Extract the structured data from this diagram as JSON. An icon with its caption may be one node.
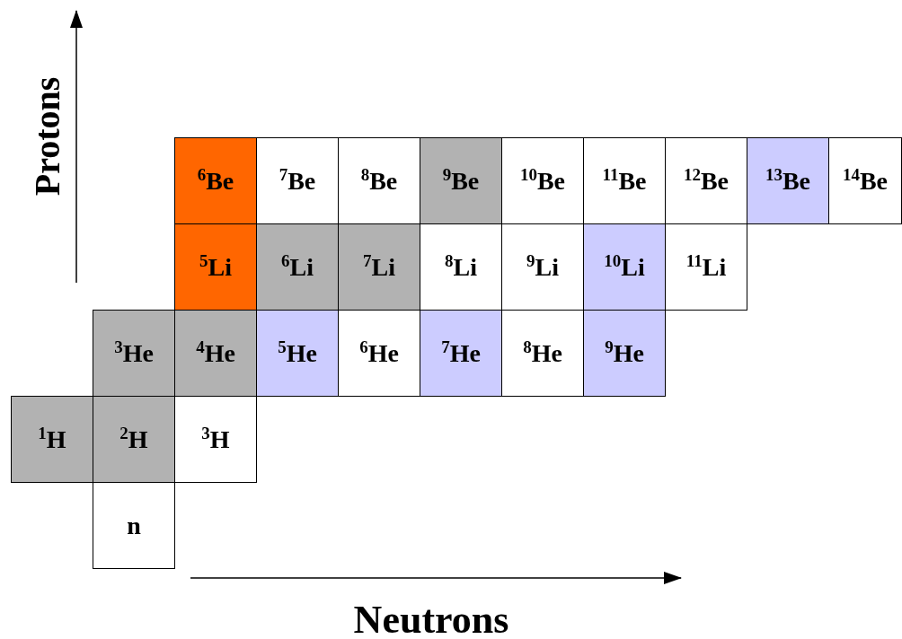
{
  "diagram": {
    "nodes": [
      {
        "text": [
          "$^{6}$Be"
        ]
      },
      {
        "text": [
          "$^{7}$Be"
        ]
      },
      {
        "text": [
          "$^{8}$Be"
        ]
      },
      {
        "text": [
          "$^{9}$Be"
        ]
      },
      {
        "text": [
          "$^{10}$Be"
        ]
      },
      {
        "text": [
          "$^{11}$Be"
        ]
      },
      {
        "text": [
          "$^{12}$Be"
        ]
      },
      {
        "text": [
          "$^{13}$Be"
        ]
      },
      {
        "text": [
          "$^{14}$Be"
        ]
      },
      {
        "text": [
          "$^{5}$Li"
        ]
      },
      {
        "text": [
          "$^{6}$Li"
        ]
      },
      {
        "text": [
          "$^{7}$Li"
        ]
      },
      {
        "text": [
          "$^{8}$Li"
        ]
      },
      {
        "text": [
          "$^{9}$Li"
        ]
      },
      {
        "text": [
          "$^{10}$Li"
        ]
      },
      {
        "text": [
          "$^{11}$Li"
        ]
      },
      {
        "text": [
          "$^{3}$He"
        ]
      },
      {
        "text": [
          "$^{4}$He"
        ]
      },
      {
        "text": [
          "$^{5}$He"
        ]
      },
      {
        "text": [
          "$^{6}$He"
        ]
      },
      {
        "text": [
          "$^{7}$He"
        ]
      },
      {
        "text": [
          "$^{8}$He"
        ]
      },
      {
        "text": [
          "$^{9}$He"
        ]
      },
      {
        "text": [
          "$^{1}$H"
        ]
      },
      {
        "text": [
          "$^{2}$H"
        ]
      },
      {
        "text": [
          "$^{3}$H"
        ]
      },
      {
        "text": [
          "n"
        ]
      }
    ],
    "labels": [
      "Protons",
      "Neutrons"
    ]
  }
}
